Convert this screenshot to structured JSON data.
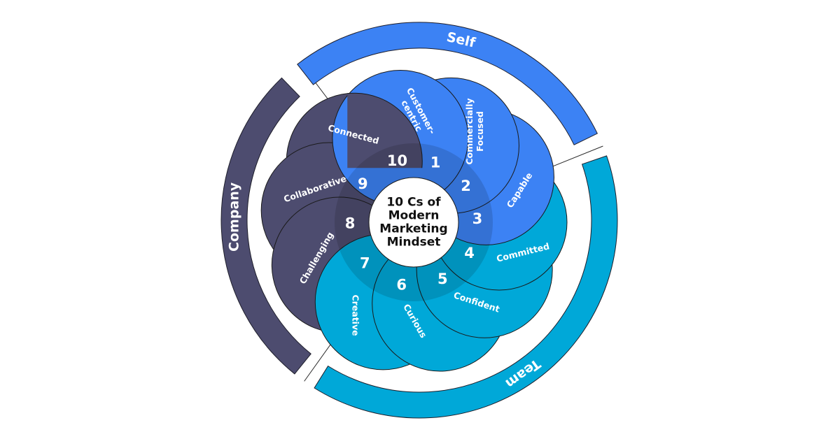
{
  "title_lines": [
    "10 Cs of",
    "Modern",
    "Marketing",
    "Mindset"
  ],
  "groups": [
    {
      "name": "Self",
      "color": "#3c82f4"
    },
    {
      "name": "Team",
      "color": "#00a8d8"
    },
    {
      "name": "Company",
      "color": "#4d4c6f"
    }
  ],
  "items": [
    {
      "number": "1",
      "label": [
        "Customer-",
        "centric"
      ],
      "group": "Self"
    },
    {
      "number": "2",
      "label": [
        "Commercially",
        "Focused"
      ],
      "group": "Self"
    },
    {
      "number": "3",
      "label": [
        "Capable"
      ],
      "group": "Self"
    },
    {
      "number": "4",
      "label": [
        "Committed"
      ],
      "group": "Team"
    },
    {
      "number": "5",
      "label": [
        "Confident"
      ],
      "group": "Team"
    },
    {
      "number": "6",
      "label": [
        "Curious"
      ],
      "group": "Team"
    },
    {
      "number": "7",
      "label": [
        "Creative"
      ],
      "group": "Team"
    },
    {
      "number": "8",
      "label": [
        "Challenging"
      ],
      "group": "Company"
    },
    {
      "number": "9",
      "label": [
        "Collaborative"
      ],
      "group": "Company"
    },
    {
      "number": "10",
      "label": [
        "Connected"
      ],
      "group": "Company"
    }
  ]
}
